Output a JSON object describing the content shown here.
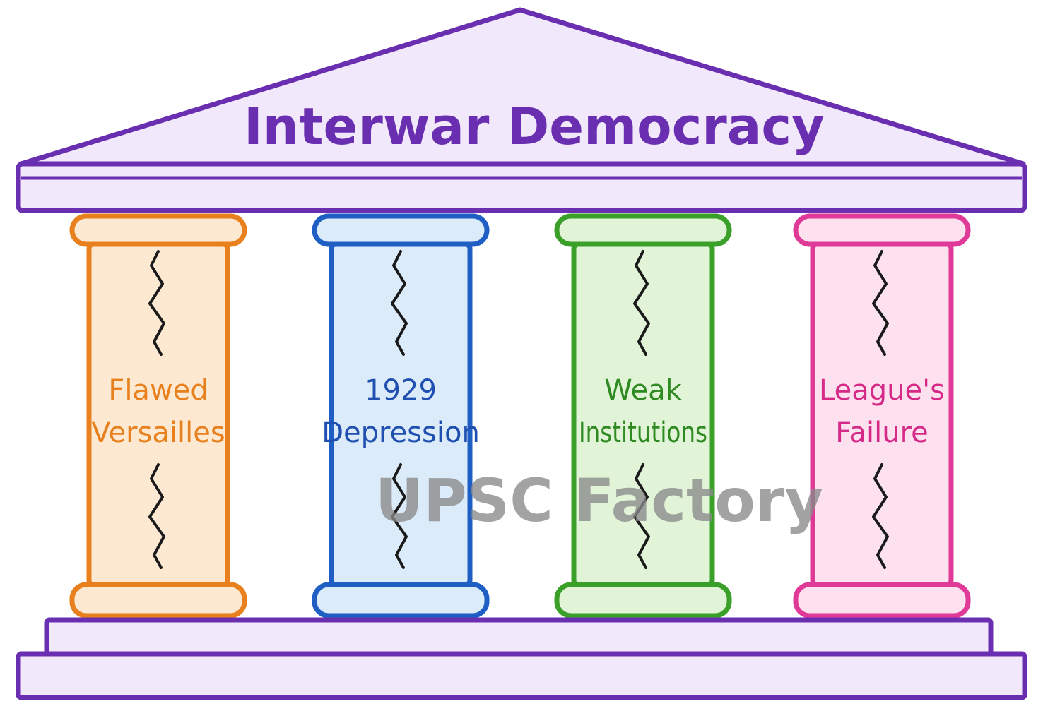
{
  "title": "Interwar Democracy",
  "colors": {
    "roof": "#6a2fb0",
    "roof_fill": "#f1e9fb",
    "base": "#6a2fb0",
    "base_fill": "#f1e9fb",
    "crack": "#1a1a1a",
    "watermark": "#8a8a8a"
  },
  "pillars": [
    {
      "line1": "Flawed",
      "line2": "Versailles",
      "stroke": "#e8801e",
      "fill": "#fde9d2",
      "text_color": "#e8801e"
    },
    {
      "line1": "1929",
      "line2": "Depression",
      "stroke": "#1f5fc4",
      "fill": "#dcebfa",
      "text_color": "#1f4fb0"
    },
    {
      "line1": "Weak",
      "line2": "Institutions",
      "stroke": "#3aa02a",
      "fill": "#e2f4d8",
      "text_color": "#2f8a22"
    },
    {
      "line1": "League's",
      "line2": "Failure",
      "stroke": "#e03a98",
      "fill": "#fde1ef",
      "text_color": "#d62a88"
    }
  ],
  "watermark": "UPSC Factory"
}
